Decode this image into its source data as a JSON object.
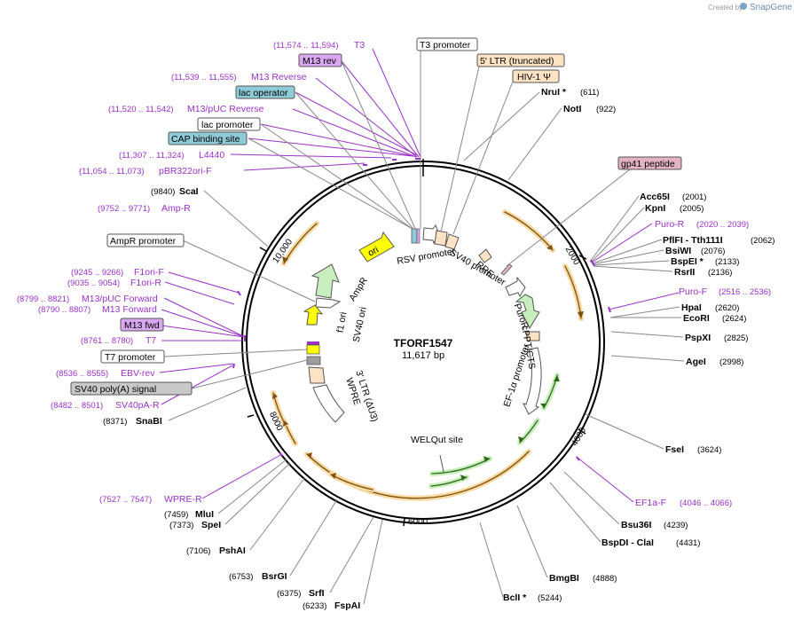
{
  "brand": {
    "created_by": "Created by",
    "name": "SnapGene"
  },
  "plasmid": {
    "name": "TFORF1547",
    "length": "11,617 bp"
  },
  "ticks": [
    "2000",
    "4000",
    "6000",
    "8000",
    "10,000"
  ],
  "left_labels": [
    {
      "text": "T3",
      "range": "(11,574 .. 11,594)",
      "kind": "primer"
    },
    {
      "text": "M13 rev",
      "kind": "box_purple"
    },
    {
      "text": "M13 Reverse",
      "range": "(11,539 .. 11,555)",
      "kind": "primer"
    },
    {
      "text": "lac operator",
      "kind": "box_teal"
    },
    {
      "text": "M13/pUC Reverse",
      "range": "(11,520 .. 11,542)",
      "kind": "primer"
    },
    {
      "text": "lac promoter",
      "kind": "box_white"
    },
    {
      "text": "CAP binding site",
      "kind": "box_teal"
    },
    {
      "text": "L4440",
      "range": "(11,307 .. 11,324)",
      "kind": "primer"
    },
    {
      "text": "pBR322ori-F",
      "range": "(11,054 .. 11,073)",
      "kind": "primer"
    },
    {
      "text": "ScaI",
      "pos": "(9840)",
      "kind": "enzyme"
    },
    {
      "text": "Amp-R",
      "range": "(9752 .. 9771)",
      "kind": "primer"
    },
    {
      "text": "AmpR promoter",
      "kind": "box_white"
    },
    {
      "text": "F1ori-F",
      "range": "(9245 .. 9266)",
      "kind": "primer"
    },
    {
      "text": "F1ori-R",
      "range": "(9035 .. 9054)",
      "kind": "primer"
    },
    {
      "text": "M13/pUC Forward",
      "range": "(8799 .. 8821)",
      "kind": "primer"
    },
    {
      "text": "M13 Forward",
      "range": "(8790 .. 8807)",
      "kind": "primer"
    },
    {
      "text": "M13 fwd",
      "kind": "box_purple"
    },
    {
      "text": "T7",
      "range": "(8761 .. 8780)",
      "kind": "primer"
    },
    {
      "text": "T7 promoter",
      "kind": "box_white"
    },
    {
      "text": "EBV-rev",
      "range": "(8536 .. 8555)",
      "kind": "primer"
    },
    {
      "text": "SV40 poly(A) signal",
      "kind": "box_grey"
    },
    {
      "text": "SV40pA-R",
      "range": "(8482 .. 8501)",
      "kind": "primer"
    },
    {
      "text": "SnaBI",
      "pos": "(8371)",
      "kind": "enzyme"
    },
    {
      "text": "WPRE-R",
      "range": "(7527 .. 7547)",
      "kind": "primer"
    },
    {
      "text": "MluI",
      "pos": "(7459)",
      "kind": "enzyme"
    },
    {
      "text": "SpeI",
      "pos": "(7373)",
      "kind": "enzyme"
    },
    {
      "text": "PshAI",
      "pos": "(7106)",
      "kind": "enzyme"
    },
    {
      "text": "BsrGI",
      "pos": "(6753)",
      "kind": "enzyme"
    },
    {
      "text": "SrfI",
      "pos": "(6375)",
      "kind": "enzyme"
    },
    {
      "text": "FspAI",
      "pos": "(6233)",
      "kind": "enzyme"
    }
  ],
  "top_labels": [
    {
      "text": "T3 promoter",
      "kind": "box_white"
    },
    {
      "text": "5' LTR (truncated)",
      "kind": "box_peach"
    },
    {
      "text": "HIV-1 Ψ",
      "kind": "box_peach"
    },
    {
      "text": "NruI *",
      "pos": "(611)",
      "kind": "enzyme"
    },
    {
      "text": "NotI",
      "pos": "(922)",
      "kind": "enzyme"
    }
  ],
  "right_labels": [
    {
      "text": "gp41 peptide",
      "kind": "box_pink"
    },
    {
      "text": "Acc65I",
      "pos": "(2001)",
      "kind": "enzyme"
    },
    {
      "text": "KpnI",
      "pos": "(2005)",
      "kind": "enzyme"
    },
    {
      "text": "Puro-R",
      "range": "(2020 .. 2039)",
      "kind": "primer"
    },
    {
      "text": "PflFI - Tth111I",
      "pos": "(2062)",
      "kind": "enzyme"
    },
    {
      "text": "BsiWI",
      "pos": "(2076)",
      "kind": "enzyme"
    },
    {
      "text": "BspEI *",
      "pos": "(2133)",
      "kind": "enzyme"
    },
    {
      "text": "RsrII",
      "pos": "(2136)",
      "kind": "enzyme"
    },
    {
      "text": "Puro-F",
      "range": "(2516 .. 2536)",
      "kind": "primer"
    },
    {
      "text": "HpaI",
      "pos": "(2620)",
      "kind": "enzyme"
    },
    {
      "text": "EcoRI",
      "pos": "(2624)",
      "kind": "enzyme"
    },
    {
      "text": "PspXI",
      "pos": "(2825)",
      "kind": "enzyme"
    },
    {
      "text": "AgeI",
      "pos": "(2998)",
      "kind": "enzyme"
    },
    {
      "text": "FseI",
      "pos": "(3624)",
      "kind": "enzyme"
    },
    {
      "text": "EF1a-F",
      "range": "(4046 .. 4066)",
      "kind": "primer"
    },
    {
      "text": "Bsu36I",
      "pos": "(4239)",
      "kind": "enzyme"
    },
    {
      "text": "BspDI - ClaI",
      "pos": "(4431)",
      "kind": "enzyme"
    },
    {
      "text": "BmgBI",
      "pos": "(4888)",
      "kind": "enzyme"
    },
    {
      "text": "BclI *",
      "pos": "(5244)",
      "kind": "enzyme"
    }
  ],
  "inner_labels": [
    "ori",
    "RSV promoter",
    "RRE",
    "SV40 promoter",
    "PuroR",
    "cPPT/CTS",
    "EF-1α promoter",
    "WELQut site",
    "AmpR",
    "f1 ori",
    "SV40 ori",
    "3' LTR (ΔU3)",
    "WPRE"
  ],
  "colors": {
    "primer": "#9b30c8",
    "teal": "#8ecbd6",
    "purple_box": "#d9a6f0",
    "peach": "#fde2c4",
    "pink": "#e3b3c4",
    "grey": "#c8c8c8",
    "orf": "#f0b84e",
    "green": "#5cbf3a",
    "yellow": "#ffff00"
  }
}
